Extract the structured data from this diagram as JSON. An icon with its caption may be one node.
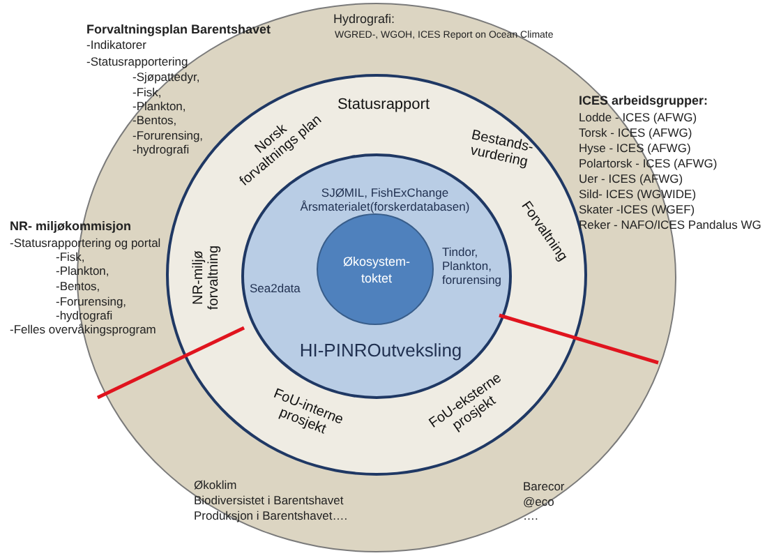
{
  "diagram": {
    "nodes": [
      {
        "text": [
          "Hydrografi:",
          "WGRED-, WGOH, ICES Report on Ocean Climate",
          "Økoklim",
          "Biodiversistet i Barentshavet",
          "Produksjon i Barentshavet….",
          "Barecor",
          "@eco",
          "…."
        ]
      },
      {
        "text": [
          "Statusrapport",
          "Bestands- vurdering",
          "Forvaltning",
          "FoU-eksterne prosjekt",
          "FoU-interne prosjekt",
          "NR-miljø forvaltning",
          "Norsk forvaltnings plan"
        ],
        "in": 0
      },
      {
        "text": [
          "SJØMIL, FishExChange Årsmaterialet(forskerdatabasen)",
          "Sea2data",
          "Tindor, Plankton, forurensing",
          "HI-PINROutveksling"
        ],
        "in": 1
      },
      {
        "text": [
          "Økosystem- toktet"
        ],
        "in": 2
      }
    ],
    "labels": [
      "Forvaltningsplan Barentshavet",
      "-Indikatorer",
      "-Statusrapportering",
      "-Sjøpattedyr,",
      "-Fisk,",
      "-Plankton,",
      "-Bentos,",
      "-Forurensing,",
      "-hydrografi",
      "ICES arbeidsgrupper:",
      "Lodde - ICES (AFWG)",
      "Torsk - ICES (AFWG)",
      "Hyse - ICES (AFWG)",
      "Polartorsk - ICES (AFWG)",
      "Uer - ICES (AFWG)",
      "Sild- ICES (WGWIDE)",
      "Skater -ICES (WGEF)",
      "Reker - NAFO/ICES Pandalus WG",
      "NR- miljøkommisjon",
      "-Statusrapportering og portal",
      "-Fisk,",
      "-Plankton,",
      "-Bentos,",
      "-Forurensing,",
      "-hydrografi",
      "-Felles overvåkingsprogram"
    ]
  }
}
